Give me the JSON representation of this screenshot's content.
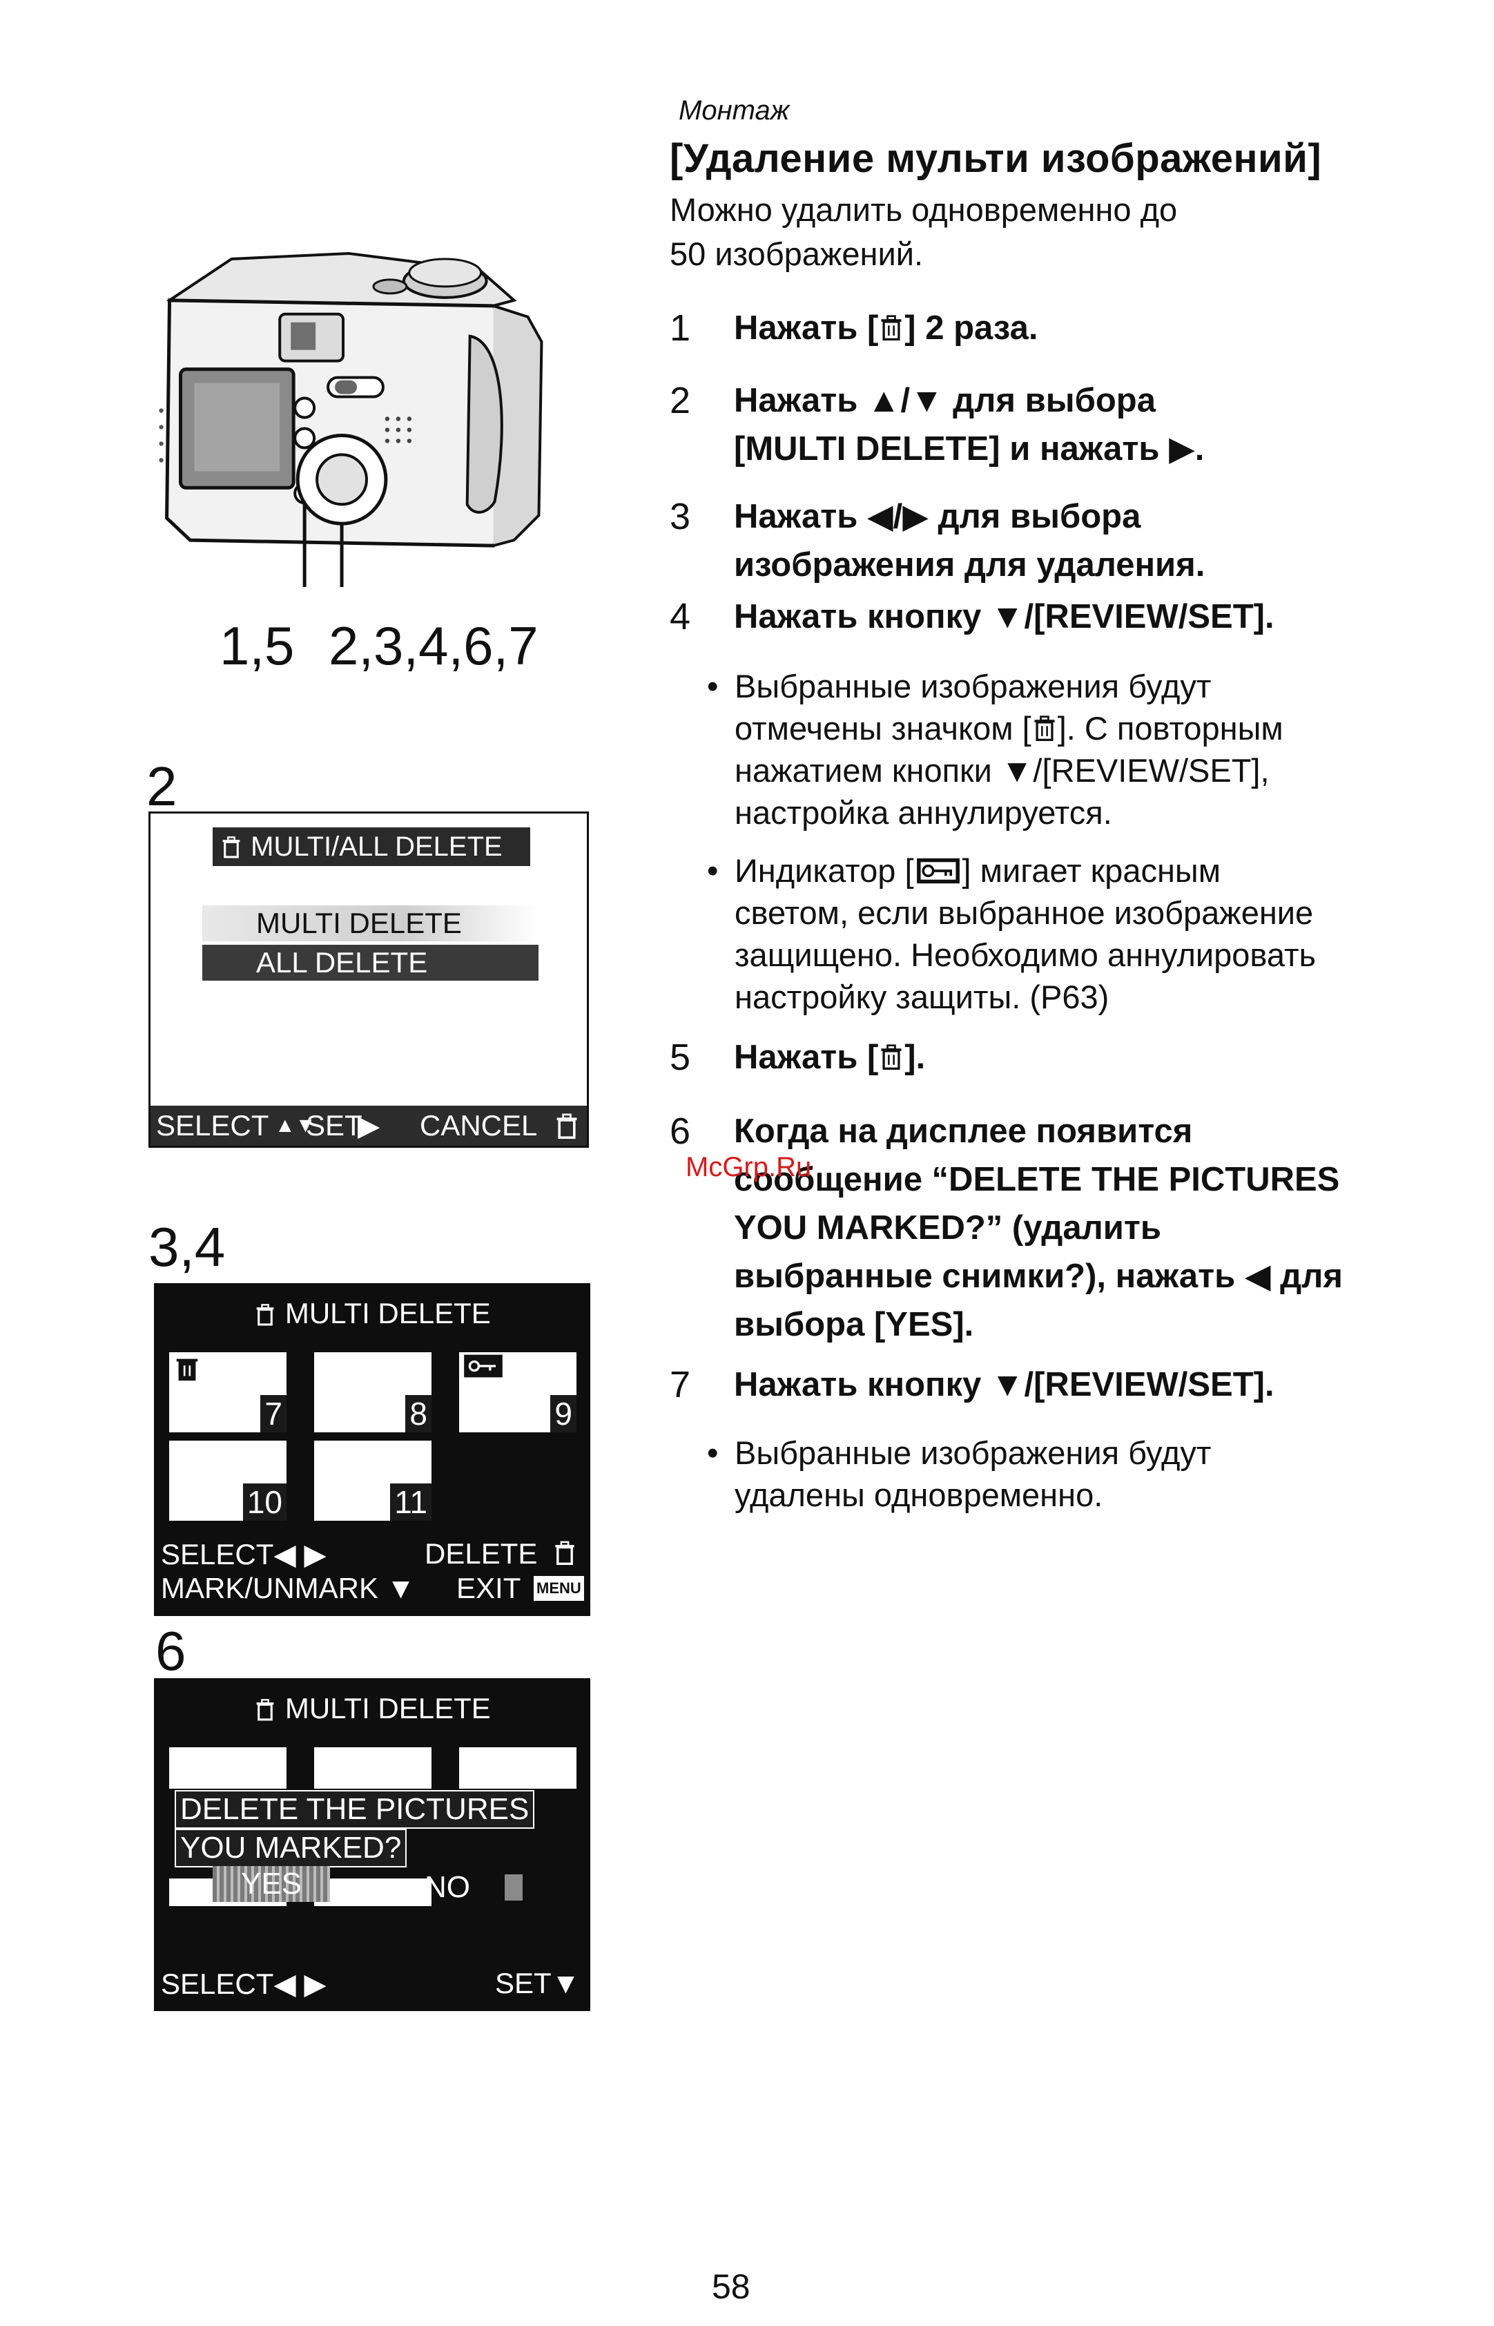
{
  "section_label": "Монтаж",
  "heading": "[Удаление мульти изображений]",
  "intro": "Можно удалить одновременно до\n50 изображений.",
  "callouts": {
    "left": "1,5",
    "right": "2,3,4,6,7"
  },
  "steps": [
    {
      "num": "1",
      "before": "Нажать [",
      "after": "] 2 раза."
    },
    {
      "num": "2",
      "text": "Нажать ▲/▼ для выбора\n[MULTI DELETE] и нажать ▶."
    },
    {
      "num": "3",
      "text": "Нажать ◀/▶ для выбора\nизображения для удаления."
    },
    {
      "num": "4",
      "text": "Нажать кнопку ▼/[REVIEW/SET]."
    },
    {
      "num": "5",
      "before": "Нажать [",
      "after": "]."
    },
    {
      "num": "6",
      "text": "Когда на дисплее появится\nсообщение “DELETE THE PICTURES\nYOU MARKED?” (удалить\nвыбранные снимки?), нажать ◀ для\nвыбора [YES]."
    },
    {
      "num": "7",
      "text": "Нажать кнопку ▼/[REVIEW/SET]."
    }
  ],
  "bullets": {
    "b1_before": "Выбранные изображения будут\nотмечены значком [",
    "b1_after": "]. С повторным\nнажатием кнопки ▼/[REVIEW/SET],\nнастройка аннулируется.",
    "b2_before": "Индикатор [",
    "b2_after": "] мигает красным\nсветом, если выбранное изображение\nзащищено. Необходимо аннулировать\nнастройку защиты. (P63)",
    "b3": "Выбранные изображения будут\nудалены одновременно."
  },
  "watermark": "McGrp.Ru",
  "page_number": "58",
  "figures": {
    "label_2": "2",
    "label_34": "3,4",
    "label_6": "6",
    "screen_2": {
      "title": "MULTI/ALL DELETE",
      "option_multi": "MULTI DELETE",
      "option_all": "ALL DELETE",
      "footer_select": "SELECT",
      "footer_set": "SET",
      "footer_cancel": "CANCEL"
    },
    "screen_34": {
      "title": "MULTI DELETE",
      "thumbs": [
        "7",
        "8",
        "9",
        "10",
        "11"
      ],
      "select": "SELECT◀ ▶",
      "delete": "DELETE",
      "mark": "MARK/UNMARK ▼",
      "exit": "EXIT",
      "menu_badge": "MENU"
    },
    "screen_6": {
      "title": "MULTI DELETE",
      "line1": "DELETE THE PICTURES",
      "line2": "YOU MARKED?",
      "yes": "YES",
      "no": "NO",
      "select": "SELECT◀ ▶",
      "set": "SET▼"
    }
  },
  "colors": {
    "watermark": "#d71a1a",
    "screen_bg": "#0e0e0e",
    "highlight": "#3a3a3a"
  }
}
